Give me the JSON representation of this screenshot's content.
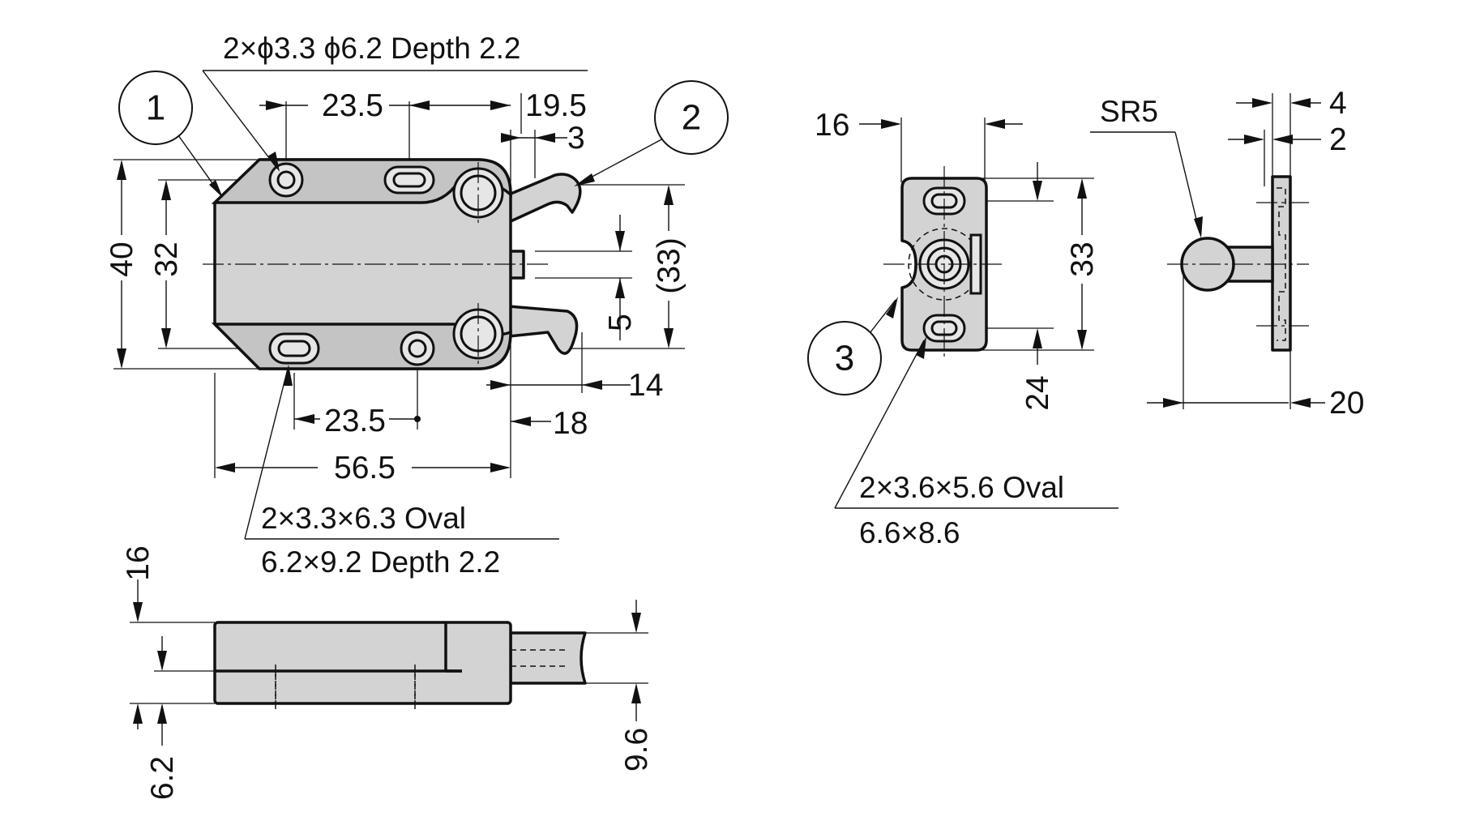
{
  "callouts": {
    "c1": "1",
    "c2": "2",
    "c3": "3"
  },
  "notes": {
    "top_holes": "2×ϕ3.3 ϕ6.2 Depth 2.2",
    "oval_line1": "2×3.3×6.3 Oval",
    "oval_line2": "6.2×9.2 Depth 2.2",
    "strike_oval_line1": "2×3.6×5.6 Oval",
    "strike_oval_line2": "6.6×8.6",
    "sr5": "SR5"
  },
  "dims": {
    "top_23_5": "23.5",
    "top_19_5": "19.5",
    "top_3": "3",
    "left_40": "40",
    "left_32": "32",
    "right_33p": "(33)",
    "right_5": "5",
    "right_14": "14",
    "bottom_23_5": "23.5",
    "bottom_18": "18",
    "bottom_56_5": "56.5",
    "side_16": "16",
    "side_6_2": "6.2",
    "side_9_6": "9.6",
    "strike_16": "16",
    "strike_33": "33",
    "strike_24": "24",
    "ball_4": "4",
    "ball_2": "2",
    "ball_20": "20"
  },
  "colors": {
    "part_fill": "#d3d3d3",
    "line": "#111111",
    "background": "#ffffff"
  }
}
